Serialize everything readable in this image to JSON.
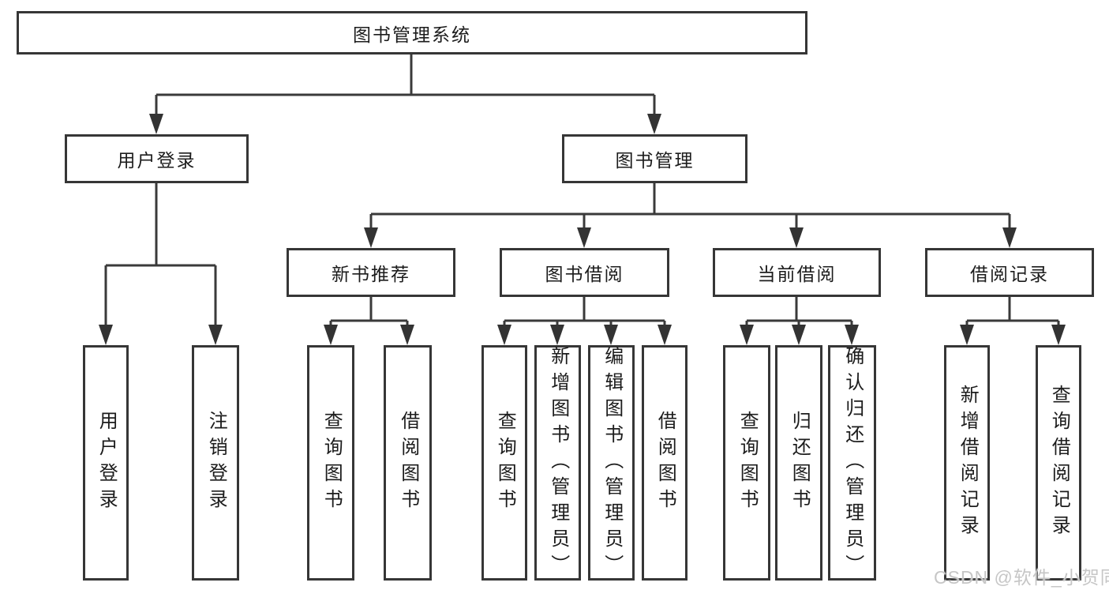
{
  "diagram": {
    "watermark": "CSDN @软件_小贺同学",
    "colors": {
      "line": "#3a3a3a",
      "box_border": "#363636",
      "text": "#1c1c1c",
      "background": "#ffffff",
      "watermark": "#c6c6c6"
    },
    "tree": {
      "label": "图书管理系统",
      "children": [
        {
          "label": "用户登录",
          "children": [
            "用户登录",
            "注销登录"
          ]
        },
        {
          "label": "图书管理",
          "children": [
            {
              "label": "新书推荐",
              "children": [
                "查询图书",
                "借阅图书"
              ]
            },
            {
              "label": "图书借阅",
              "children": [
                "查询图书",
                "新增图书（管理员）",
                "编辑图书（管理员）",
                "借阅图书"
              ]
            },
            {
              "label": "当前借阅",
              "children": [
                "查询图书",
                "归还图书",
                "确认归还（管理员）"
              ]
            },
            {
              "label": "借阅记录",
              "children": [
                "新增借阅记录",
                "查询借阅记录"
              ]
            }
          ]
        }
      ]
    }
  }
}
